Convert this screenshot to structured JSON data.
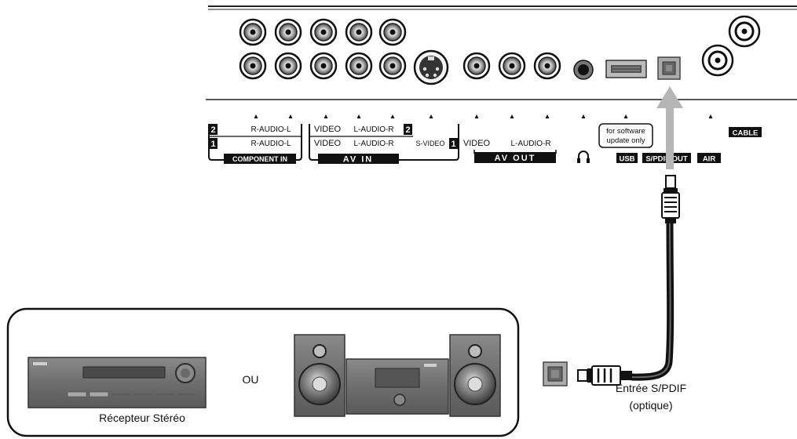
{
  "panel": {
    "component_in": {
      "row2_num": "2",
      "row2_label": "R-AUDIO-L",
      "row1_num": "1",
      "row1_label": "R-AUDIO-L",
      "badge": "COMPONENT IN"
    },
    "av_in": {
      "row2_video": "VIDEO",
      "row2_audio": "L-AUDIO-R",
      "row2_num": "2",
      "row1_video": "VIDEO",
      "row1_audio": "L-AUDIO-R",
      "row1_svideo": "S-VIDEO",
      "row1_num": "1",
      "badge": "AV IN"
    },
    "av_out": {
      "video": "VIDEO",
      "audio": "L-AUDIO-R",
      "badge": "AV OUT"
    },
    "headphone_symbol": "∩",
    "usb": {
      "note_line1": "for software",
      "note_line2": "update only",
      "badge": "USB"
    },
    "spdif_badge": "S/PDIF OUT",
    "air_badge": "AIR",
    "cable_badge": "CABLE"
  },
  "devices": {
    "receiver_label": "Récepteur Stéréo",
    "or_label": "OU",
    "input_label_line1": "Entrée S/PDIF",
    "input_label_line2": "(optique)"
  }
}
